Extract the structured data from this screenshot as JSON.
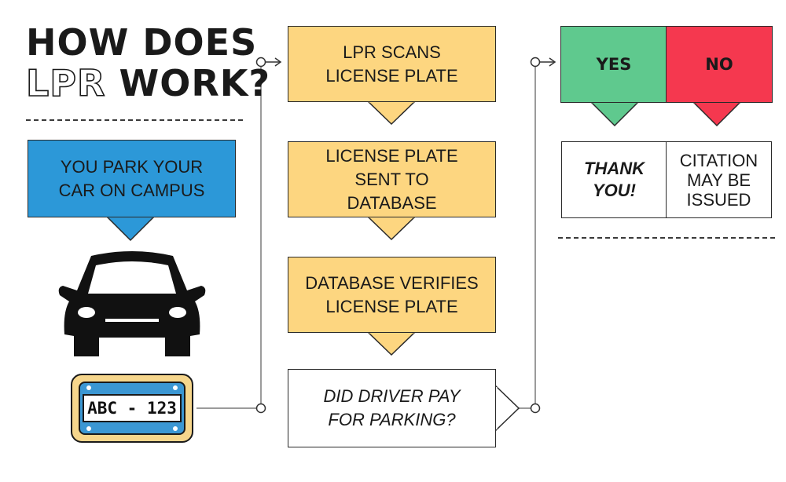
{
  "title": {
    "line1": "HOW DOES",
    "line2_outlined": "LPR",
    "line2_rest": "WORK?"
  },
  "steps": {
    "park": "YOU PARK YOUR CAR ON CAMPUS",
    "scan": "LPR SCANS LICENSE PLATE",
    "sent": "LICENSE PLATE SENT TO DATABASE",
    "verify": "DATABASE VERIFIES LICENSE PLATE",
    "question": "DID DRIVER PAY FOR PARKING?"
  },
  "plate": {
    "text": "ABC - 123"
  },
  "answers": {
    "yes": "YES",
    "no": "NO",
    "yes_result": "THANK YOU!",
    "no_result": "CITATION MAY BE ISSUED"
  },
  "colors": {
    "yellow": "#fdd680",
    "blue": "#2c98d8",
    "green": "#5fc98e",
    "red": "#f5384f",
    "plate_frame": "#f6d68c",
    "plate_stripe": "#3b97d3"
  },
  "icons": [
    "car-icon",
    "license-plate-icon",
    "arrow-right-icon",
    "connector-node-icon"
  ]
}
